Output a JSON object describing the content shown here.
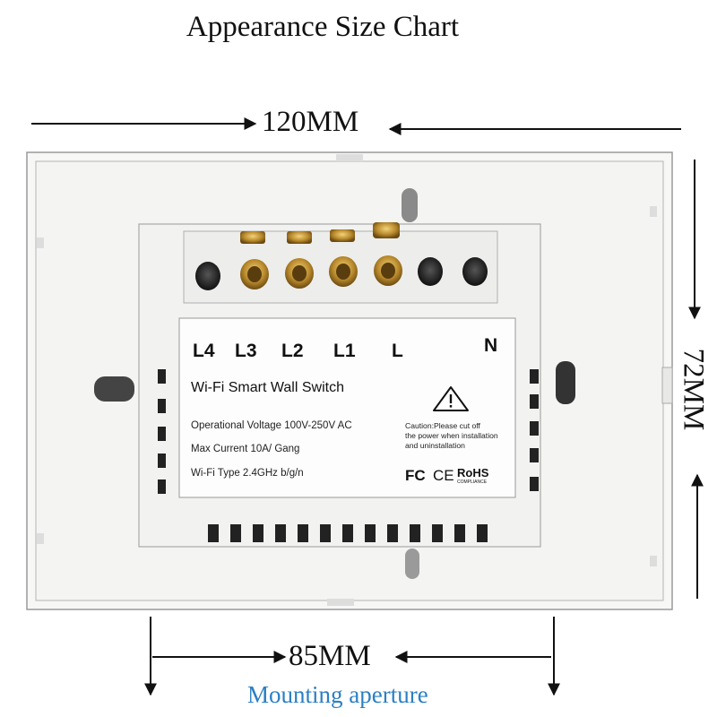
{
  "title": "Appearance Size Chart",
  "dimensions": {
    "width": "120MM",
    "height": "72MM",
    "mounting_width": "85MM",
    "mounting_caption": "Mounting aperture"
  },
  "label": {
    "terminals": [
      "L4",
      "L3",
      "L2",
      "L1",
      "L",
      "N"
    ],
    "product_name": "Wi-Fi Smart Wall Switch",
    "specs": [
      "Operational Voltage  100V-250V AC",
      "Max Current  10A/ Gang",
      "Wi-Fi Type  2.4GHz b/g/n"
    ],
    "caution": [
      "Caution:Please cut off",
      "the power when installation",
      "and uninstallation"
    ],
    "cert_fc": "FC",
    "cert_ce": "CE",
    "cert_rohs": "RoHS",
    "cert_rohs_sub": "COMPLIANCE"
  },
  "colors": {
    "accent_caption": "#2b7fc4",
    "plate": "#f6f6f4",
    "screw_brass": "#b98a2c"
  }
}
